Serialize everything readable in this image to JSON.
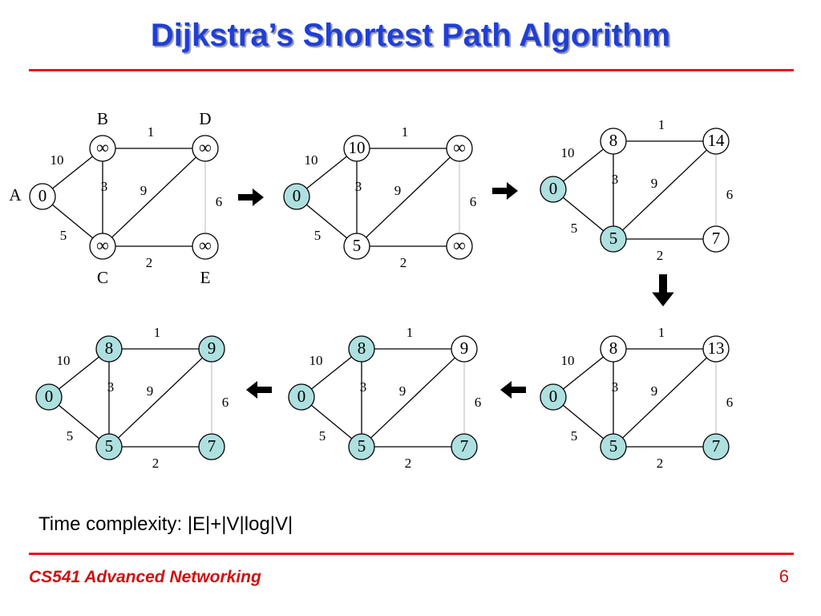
{
  "title": "Dijkstra’s Shortest Path Algorithm",
  "complexity": "Time complexity: |E|+|V|log|V|",
  "footer": "CS541 Advanced Networking",
  "page_number": "6",
  "colors": {
    "title": "#1f3fd6",
    "rule": "#e8121f",
    "footer": "#cc1111",
    "visited_fill": "#aee0e0",
    "unvisited_fill": "#ffffff"
  },
  "vertex_names": [
    "A",
    "B",
    "C",
    "D",
    "E"
  ],
  "edges": [
    {
      "from": "A",
      "to": "B",
      "weight": "10"
    },
    {
      "from": "A",
      "to": "C",
      "weight": "5"
    },
    {
      "from": "B",
      "to": "C",
      "weight": "3"
    },
    {
      "from": "B",
      "to": "D",
      "weight": "1"
    },
    {
      "from": "C",
      "to": "D",
      "weight": "9"
    },
    {
      "from": "C",
      "to": "E",
      "weight": "2"
    },
    {
      "from": "D",
      "to": "E",
      "weight": "6"
    }
  ],
  "panels": [
    {
      "step": 1,
      "show_names": true,
      "nodes": {
        "A": {
          "value": "0",
          "visited": false
        },
        "B": {
          "value": "∞",
          "visited": false
        },
        "C": {
          "value": "∞",
          "visited": false
        },
        "D": {
          "value": "∞",
          "visited": false
        },
        "E": {
          "value": "∞",
          "visited": false
        }
      }
    },
    {
      "step": 2,
      "show_names": false,
      "nodes": {
        "A": {
          "value": "0",
          "visited": true
        },
        "B": {
          "value": "10",
          "visited": false
        },
        "C": {
          "value": "5",
          "visited": false
        },
        "D": {
          "value": "∞",
          "visited": false
        },
        "E": {
          "value": "∞",
          "visited": false
        }
      }
    },
    {
      "step": 3,
      "show_names": false,
      "nodes": {
        "A": {
          "value": "0",
          "visited": true
        },
        "B": {
          "value": "8",
          "visited": false
        },
        "C": {
          "value": "5",
          "visited": true
        },
        "D": {
          "value": "14",
          "visited": false
        },
        "E": {
          "value": "7",
          "visited": false
        }
      }
    },
    {
      "step": 4,
      "show_names": false,
      "nodes": {
        "A": {
          "value": "0",
          "visited": true
        },
        "B": {
          "value": "8",
          "visited": false
        },
        "C": {
          "value": "5",
          "visited": true
        },
        "D": {
          "value": "13",
          "visited": false
        },
        "E": {
          "value": "7",
          "visited": true
        }
      }
    },
    {
      "step": 5,
      "show_names": false,
      "nodes": {
        "A": {
          "value": "0",
          "visited": true
        },
        "B": {
          "value": "8",
          "visited": true
        },
        "C": {
          "value": "5",
          "visited": true
        },
        "D": {
          "value": "9",
          "visited": false
        },
        "E": {
          "value": "7",
          "visited": true
        }
      }
    },
    {
      "step": 6,
      "show_names": false,
      "nodes": {
        "A": {
          "value": "0",
          "visited": true
        },
        "B": {
          "value": "8",
          "visited": true
        },
        "C": {
          "value": "5",
          "visited": true
        },
        "D": {
          "value": "9",
          "visited": true
        },
        "E": {
          "value": "7",
          "visited": true
        }
      }
    }
  ],
  "arrows": [
    {
      "from_step": 1,
      "to_step": 2,
      "direction": "right"
    },
    {
      "from_step": 2,
      "to_step": 3,
      "direction": "right"
    },
    {
      "from_step": 3,
      "to_step": 4,
      "direction": "down"
    },
    {
      "from_step": 4,
      "to_step": 5,
      "direction": "left"
    },
    {
      "from_step": 5,
      "to_step": 6,
      "direction": "left"
    }
  ]
}
